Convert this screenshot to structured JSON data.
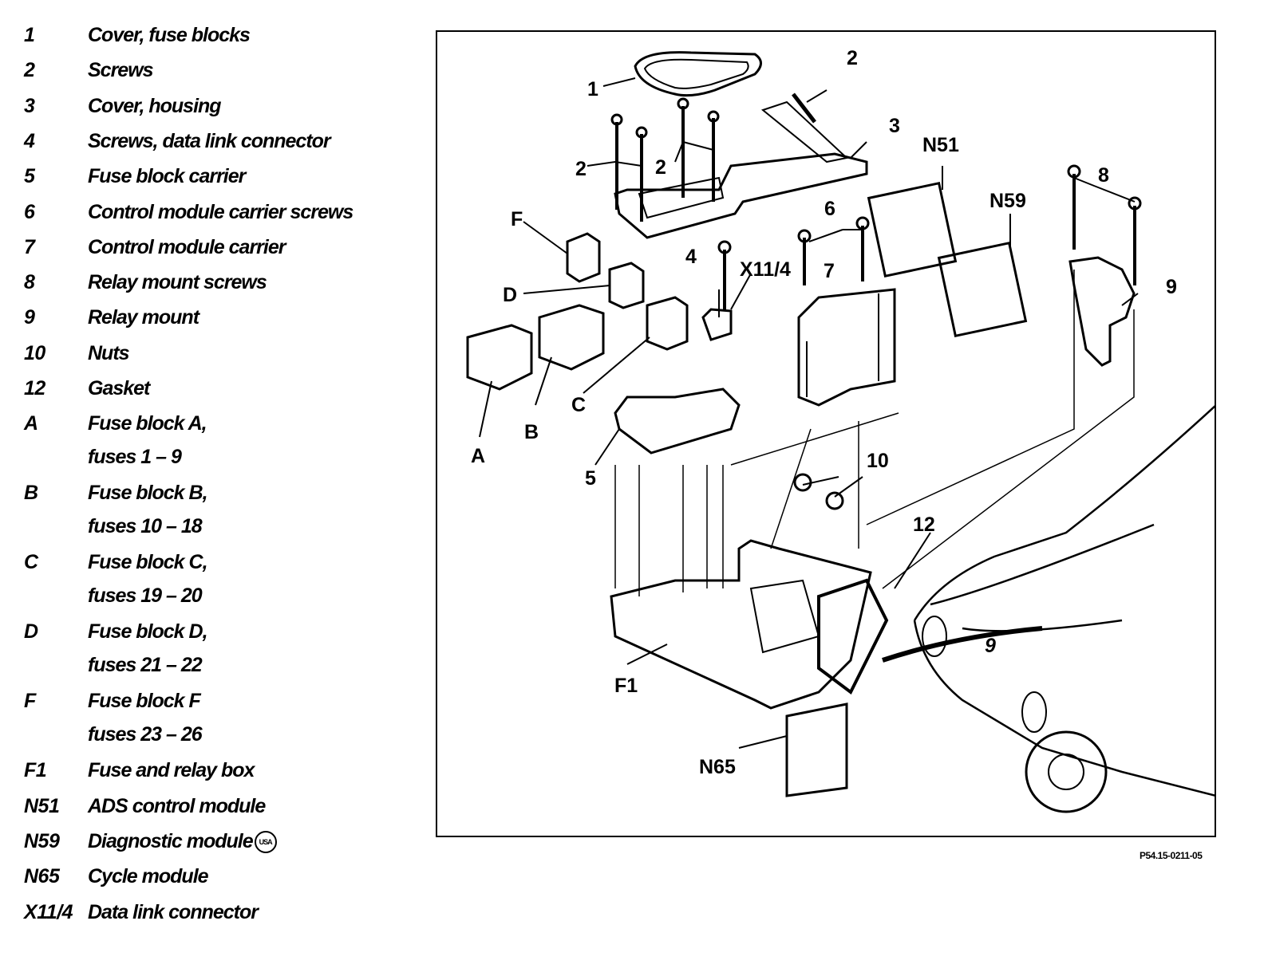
{
  "legend": [
    {
      "key": "1",
      "lines": [
        "Cover, fuse blocks"
      ]
    },
    {
      "key": "2",
      "lines": [
        "Screws"
      ]
    },
    {
      "key": "3",
      "lines": [
        "Cover, housing"
      ]
    },
    {
      "key": "4",
      "lines": [
        "Screws, data link connector"
      ]
    },
    {
      "key": "5",
      "lines": [
        "Fuse block carrier"
      ]
    },
    {
      "key": "6",
      "lines": [
        "Control module carrier screws"
      ]
    },
    {
      "key": "7",
      "lines": [
        "Control module carrier"
      ]
    },
    {
      "key": "8",
      "lines": [
        "Relay mount screws"
      ]
    },
    {
      "key": "9",
      "lines": [
        "Relay mount"
      ]
    },
    {
      "key": "10",
      "lines": [
        "Nuts"
      ]
    },
    {
      "key": "12",
      "lines": [
        "Gasket"
      ]
    },
    {
      "key": "A",
      "lines": [
        "Fuse block A,",
        "fuses 1 – 9"
      ]
    },
    {
      "key": "B",
      "lines": [
        "Fuse block B,",
        "fuses 10 – 18"
      ]
    },
    {
      "key": "C",
      "lines": [
        "Fuse block C,",
        "fuses 19 – 20"
      ]
    },
    {
      "key": "D",
      "lines": [
        "Fuse block D,",
        "fuses 21 – 22"
      ]
    },
    {
      "key": "F",
      "lines": [
        "Fuse block F",
        "fuses 23 – 26"
      ]
    },
    {
      "key": "F1",
      "lines": [
        "Fuse and relay box"
      ]
    },
    {
      "key": "N51",
      "lines": [
        "ADS control module"
      ]
    },
    {
      "key": "N59",
      "lines": [
        "Diagnostic module"
      ],
      "badge": "USA"
    },
    {
      "key": "N65",
      "lines": [
        "Cycle module"
      ]
    },
    {
      "key": "X11/4",
      "lines": [
        "Data link connector"
      ]
    }
  ],
  "callouts": {
    "c1": "1",
    "c2a": "2",
    "c2b": "2",
    "c2c": "2",
    "c3": "3",
    "c4": "4",
    "c5": "5",
    "c6": "6",
    "c7": "7",
    "c8": "8",
    "c9": "9",
    "c10": "10",
    "c12": "12",
    "cA": "A",
    "cB": "B",
    "cC": "C",
    "cD": "D",
    "cF": "F",
    "cF1": "F1",
    "cN51": "N51",
    "cN59": "N59",
    "cN65": "N65",
    "cX114": "X11/4",
    "c9car": "9"
  },
  "figure_code": "P54.15-0211-05"
}
